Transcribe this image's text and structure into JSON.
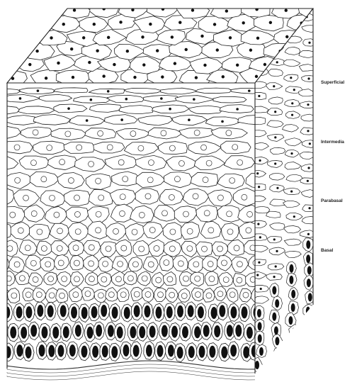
{
  "diagram": {
    "layers": [
      {
        "id": "superficial",
        "label": "Superficial"
      },
      {
        "id": "intermediate",
        "label": "Intermedia"
      },
      {
        "id": "parabasal",
        "label": "Parabasal"
      },
      {
        "id": "basal",
        "label": "Basal"
      }
    ]
  }
}
